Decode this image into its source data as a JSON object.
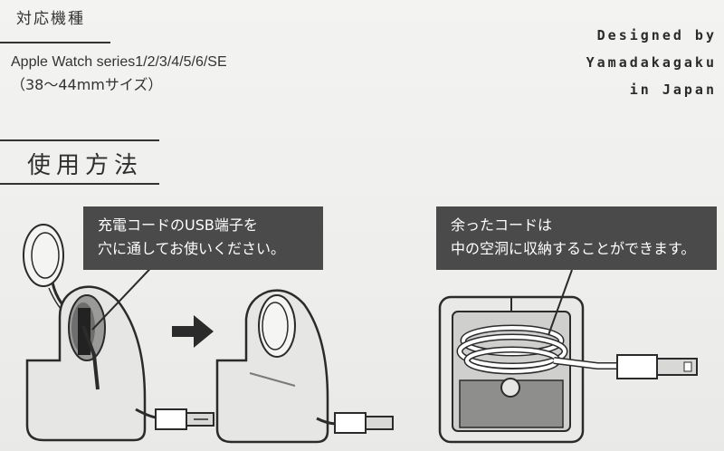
{
  "header": {
    "compat_title": "対応機種",
    "models": "Apple Watch series1/2/3/4/5/6/SE",
    "size_range": "（38〜44mmサイズ）",
    "designed_line1": "Designed by",
    "designed_line2": "Yamadakagaku",
    "designed_line3": "in Japan"
  },
  "usage": {
    "title": "使用方法",
    "callout_left_line1": "充電コードのUSB端子を",
    "callout_left_line2": "穴に通してお使いください。",
    "callout_right_line1": "余ったコードは",
    "callout_right_line2": "中の空洞に収納することができます。"
  },
  "colors": {
    "background": "#efefed",
    "ink": "#2b2b2b",
    "callout_bg": "#4a4a4a",
    "device_fill": "#e6e6e4"
  },
  "icons": [
    "arrow-right-icon"
  ]
}
